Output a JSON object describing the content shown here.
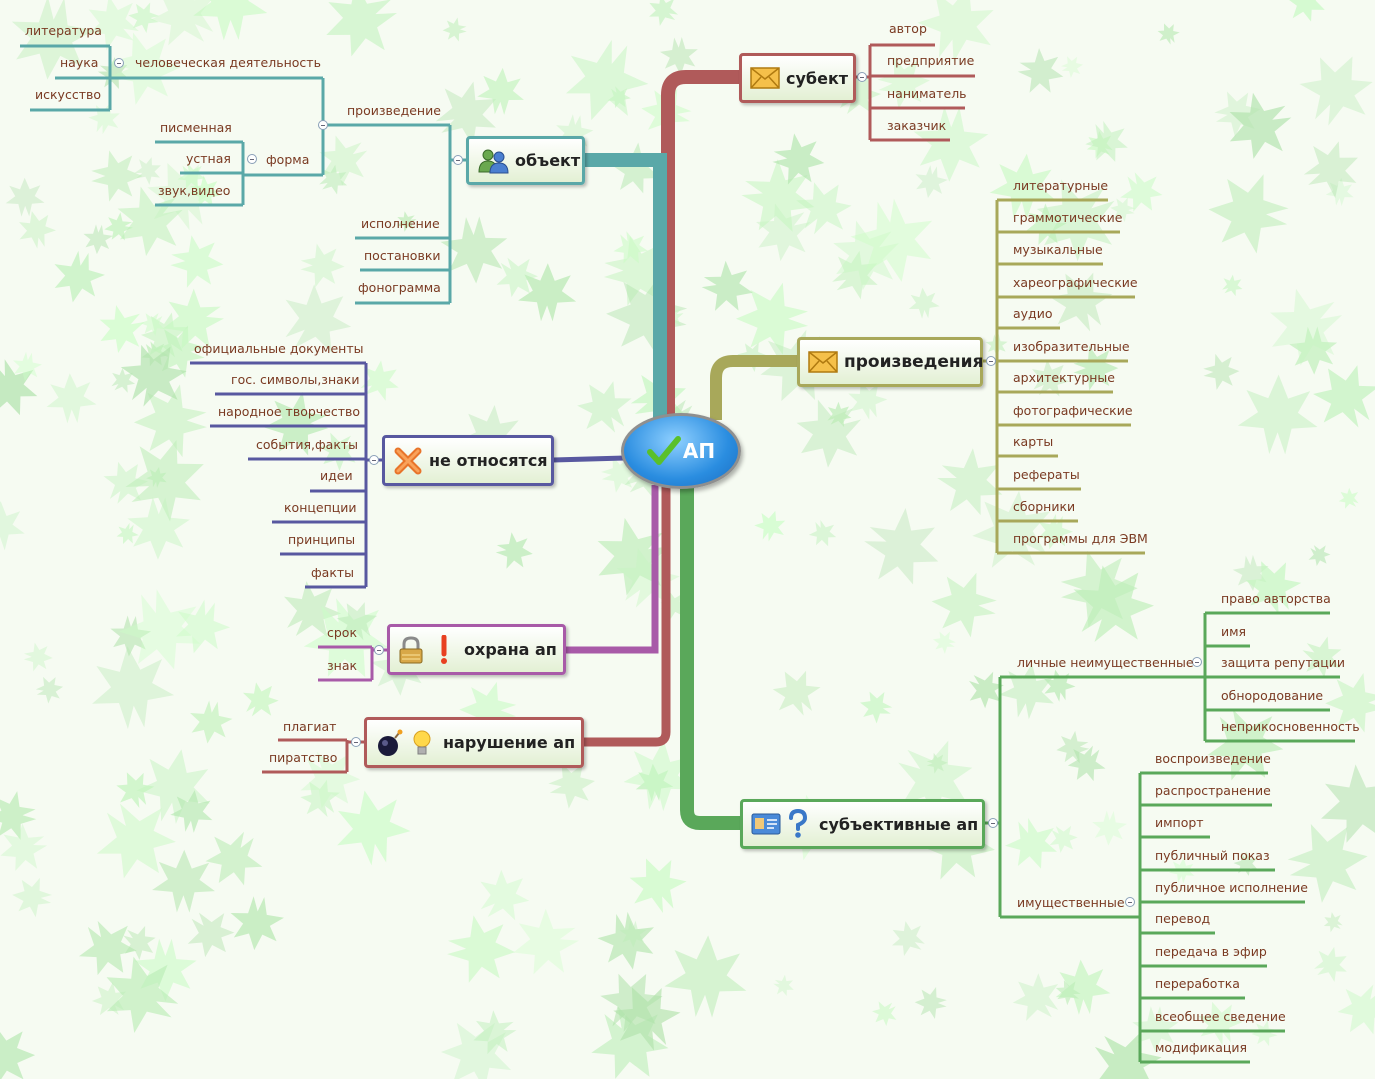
{
  "center": {
    "label": "АП"
  },
  "subekt": {
    "label": "субект",
    "items": [
      "автор",
      "предприятие",
      "наниматель",
      "заказчик"
    ]
  },
  "obekt": {
    "label": "объект",
    "proizvedenie": "произведение",
    "chelovecheskaya": "человеческая деятельность",
    "chel_items": [
      "литература",
      "наука",
      "искусство"
    ],
    "forma": "форма",
    "forma_items": [
      "писменная",
      "устная",
      "звук,видео"
    ],
    "other": [
      "исполнение",
      "постановки",
      "фонограмма"
    ]
  },
  "proizvedeniya": {
    "label": "произведения",
    "items": [
      "литературные",
      "граммотические",
      "музыкальные",
      "хареографические",
      "аудио",
      "изобразительные",
      "архитектурные",
      "фотографические",
      "карты",
      "рефераты",
      "сборники",
      "программы для ЭВМ"
    ]
  },
  "ne_otnosyatsya": {
    "label": "не относятся",
    "items": [
      "официальные документы",
      "гос. символы,знаки",
      "народное творчество",
      "события,факты",
      "идеи",
      "концепции",
      "принципы",
      "факты"
    ]
  },
  "ohrana": {
    "label": "охрана ап",
    "items": [
      "срок",
      "знак"
    ]
  },
  "narushenie": {
    "label": "нарушение ап",
    "items": [
      "плагиат",
      "пиратство"
    ]
  },
  "subektivnye": {
    "label": "субъективные ап",
    "lichnye": "личные неимущественные",
    "lichnye_items": [
      "право авторства",
      "имя",
      "защита репутации",
      "обнородование",
      "неприкосновенность"
    ],
    "imushchestvennye": "имущественные",
    "imush_items": [
      "воспроизведение",
      "распространение",
      "импорт",
      "публичный показ",
      "публичное исполнение",
      "перевод",
      "передача в эфир",
      "переработка",
      "всеобщее сведение",
      "модификация"
    ]
  },
  "colors": {
    "subekt": "#b05a5a",
    "obekt": "#5aa8a8",
    "proizvedeniya": "#a8a85a",
    "ne_otnosyatsya": "#5858a0",
    "ohrana": "#a85aa8",
    "narushenie": "#b05a5a",
    "subektivnye": "#5aa85a",
    "text": "#7a3a22"
  }
}
